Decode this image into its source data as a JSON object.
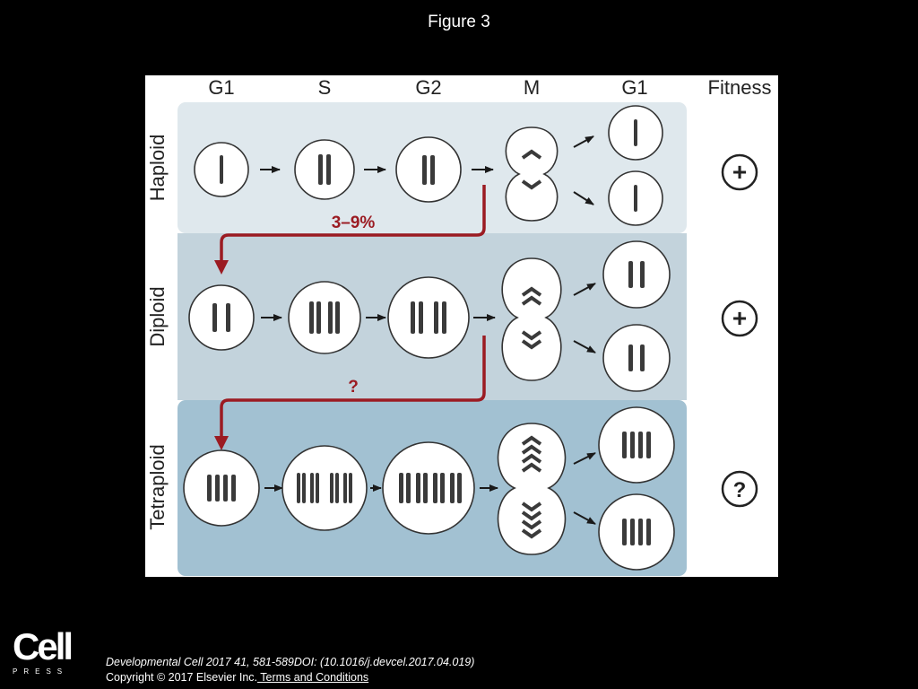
{
  "slide": {
    "title": "Figure 3"
  },
  "figure": {
    "column_headers": [
      "G1",
      "S",
      "G2",
      "M",
      "G1",
      "Fitness"
    ],
    "row_labels": [
      "Haploid",
      "Diploid",
      "Tetraploid"
    ],
    "transitions": [
      "3–9%",
      "?"
    ],
    "fitness": [
      "+",
      "+",
      "?"
    ],
    "colors": {
      "row_backgrounds": [
        "#dfe8ed",
        "#c3d3dc",
        "#a2c1d2"
      ],
      "transition_arrow": "#9b1b22",
      "chromosome": "#3a3a3a"
    }
  },
  "footer": {
    "logo_main": "Cell",
    "logo_sub": "PRESS",
    "citation": "Developmental Cell 2017 41, 581-589DOI: (10.1016/j.devcel.2017.04.019)",
    "copyright": "Copyright © 2017 Elsevier Inc.",
    "terms_link": " Terms and Conditions"
  }
}
